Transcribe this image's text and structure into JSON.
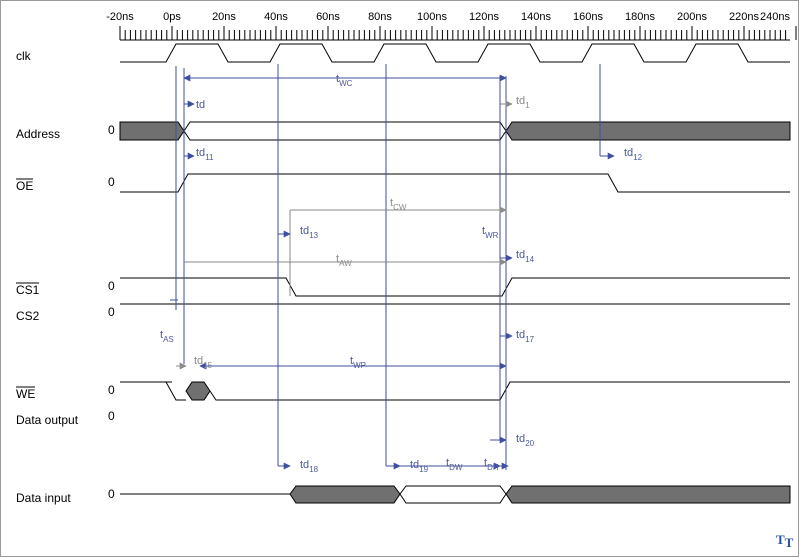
{
  "axis": {
    "ticks": [
      "-20ns",
      "0ps",
      "20ns",
      "40ns",
      "60ns",
      "80ns",
      "100ns",
      "120ns",
      "140ns",
      "160ns",
      "180ns",
      "200ns",
      "220ns",
      "240ns"
    ]
  },
  "signals": [
    {
      "key": "clk",
      "label": "clk",
      "overline": false,
      "init": ""
    },
    {
      "key": "address",
      "label": "Address",
      "overline": false,
      "init": "0"
    },
    {
      "key": "oe",
      "label": "OE",
      "overline": true,
      "init": "0"
    },
    {
      "key": "cs1",
      "label": "CS1",
      "overline": true,
      "init": "0"
    },
    {
      "key": "cs2",
      "label": "CS2",
      "overline": false,
      "init": "0"
    },
    {
      "key": "we",
      "label": "WE",
      "overline": true,
      "init": "0"
    },
    {
      "key": "dout",
      "label": "Data output",
      "overline": false,
      "init": "0"
    },
    {
      "key": "din",
      "label": "Data input",
      "overline": false,
      "init": "0"
    }
  ],
  "annotations": [
    {
      "id": "twc",
      "main": "t",
      "sub": "WC",
      "color": "#4a5a9a"
    },
    {
      "id": "td",
      "main": "td",
      "sub": "",
      "color": "#4a5a9a"
    },
    {
      "id": "td1",
      "main": "td",
      "sub": "1",
      "color": "#8a8a8a"
    },
    {
      "id": "td11",
      "main": "td",
      "sub": "11",
      "color": "#4a5a9a"
    },
    {
      "id": "td12",
      "main": "td",
      "sub": "12",
      "color": "#4a5a9a"
    },
    {
      "id": "tcw",
      "main": "t",
      "sub": "CW",
      "color": "#8a8a8a"
    },
    {
      "id": "td13",
      "main": "td",
      "sub": "13",
      "color": "#4a5a9a"
    },
    {
      "id": "twr",
      "main": "t",
      "sub": "WR",
      "color": "#4a5a9a"
    },
    {
      "id": "taw",
      "main": "t",
      "sub": "AW",
      "color": "#8a8a8a"
    },
    {
      "id": "td14",
      "main": "td",
      "sub": "14",
      "color": "#4a5a9a"
    },
    {
      "id": "tas",
      "main": "t",
      "sub": "AS",
      "color": "#4a5a9a"
    },
    {
      "id": "td17",
      "main": "td",
      "sub": "17",
      "color": "#4a5a9a"
    },
    {
      "id": "td15",
      "main": "td",
      "sub": "15",
      "color": "#8a8a8a"
    },
    {
      "id": "twp",
      "main": "t",
      "sub": "WP",
      "color": "#4a5a9a"
    },
    {
      "id": "td20",
      "main": "td",
      "sub": "20",
      "color": "#4a5a9a"
    },
    {
      "id": "td18",
      "main": "td",
      "sub": "18",
      "color": "#4a5a9a"
    },
    {
      "id": "td19",
      "main": "td",
      "sub": "19",
      "color": "#4a5a9a"
    },
    {
      "id": "tdw",
      "main": "t",
      "sub": "DW",
      "color": "#4a5a9a"
    },
    {
      "id": "tdh",
      "main": "t",
      "sub": "DH",
      "color": "#4a5a9a"
    }
  ],
  "logo": {
    "text": "TT",
    "color": "#2f4f9f"
  }
}
